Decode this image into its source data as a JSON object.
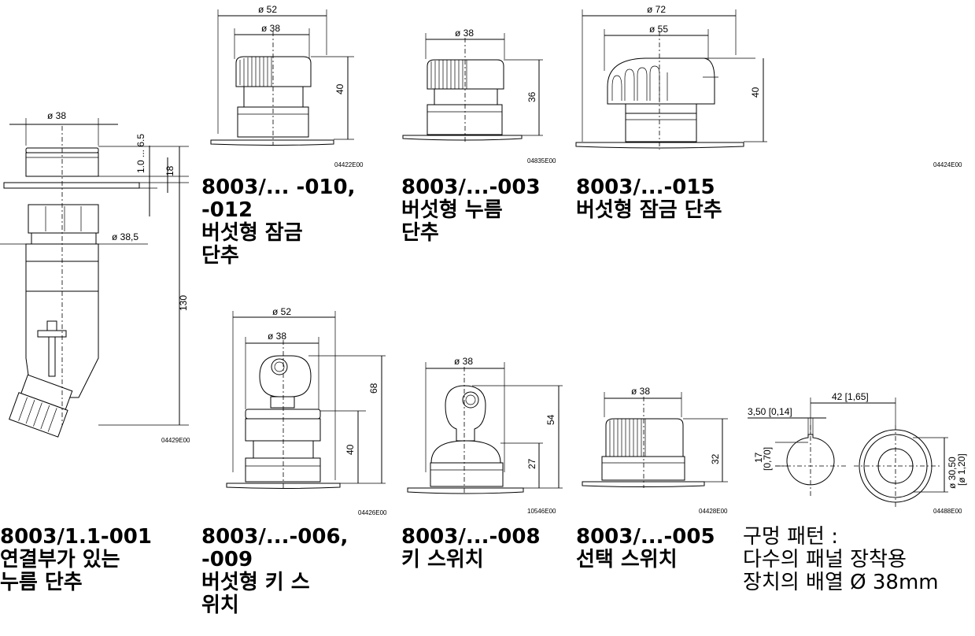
{
  "drawings": [
    {
      "id": "connector",
      "dims": {
        "d1": "ø 38",
        "d2": "1.0 ... 6.5",
        "d3": "18",
        "d4": "ø 38,5",
        "d5": "130"
      },
      "code": "04429E00",
      "caption": [
        "8003/1.1-001",
        "연결부가 있는",
        "누름 단추"
      ]
    },
    {
      "id": "mushroom-lock",
      "dims": {
        "d1": "ø 52",
        "d2": "ø 38",
        "d3": "40"
      },
      "code": "04422E00",
      "caption": [
        "8003/... -010,",
        "-012",
        "버섯형 잠금",
        "단추"
      ]
    },
    {
      "id": "mushroom-push",
      "dims": {
        "d1": "ø 38",
        "d2": "36"
      },
      "code": "04835E00",
      "caption": [
        "8003/...-003",
        "버섯형 누름",
        "단추"
      ]
    },
    {
      "id": "mushroom-lock-72",
      "dims": {
        "d1": "ø 72",
        "d2": "ø 55",
        "d3": "40"
      },
      "code": "04424E00",
      "caption": [
        "8003/...-015",
        "버섯형 잠금 단추"
      ]
    },
    {
      "id": "mushroom-key",
      "dims": {
        "d1": "ø 52",
        "d2": "ø 38",
        "d3": "68",
        "d4": "40"
      },
      "code": "04426E00",
      "caption": [
        "8003/...-006,",
        "-009",
        "버섯형 키 스",
        "위치"
      ]
    },
    {
      "id": "key-switch",
      "dims": {
        "d1": "ø 38",
        "d2": "54",
        "d3": "27"
      },
      "code": "10546E00",
      "caption": [
        "8003/...-008",
        "키 스위치"
      ]
    },
    {
      "id": "selector-switch",
      "dims": {
        "d1": "ø 38",
        "d2": "32"
      },
      "code": "04428E00",
      "caption": [
        "8003/...-005",
        "선택 스위치"
      ]
    },
    {
      "id": "hole-pattern",
      "dims": {
        "d1": "42 [1,65]",
        "d2": "3,50 [0,14]",
        "d3a": "17",
        "d3b": "[0,70]",
        "d4a": "ø 30,50",
        "d4b": "[ø 1,20]"
      },
      "code": "04488E00",
      "caption": [
        "구멍 패턴 :",
        "다수의 패널 장착용",
        "장치의 배열 Ø 38mm"
      ]
    }
  ]
}
